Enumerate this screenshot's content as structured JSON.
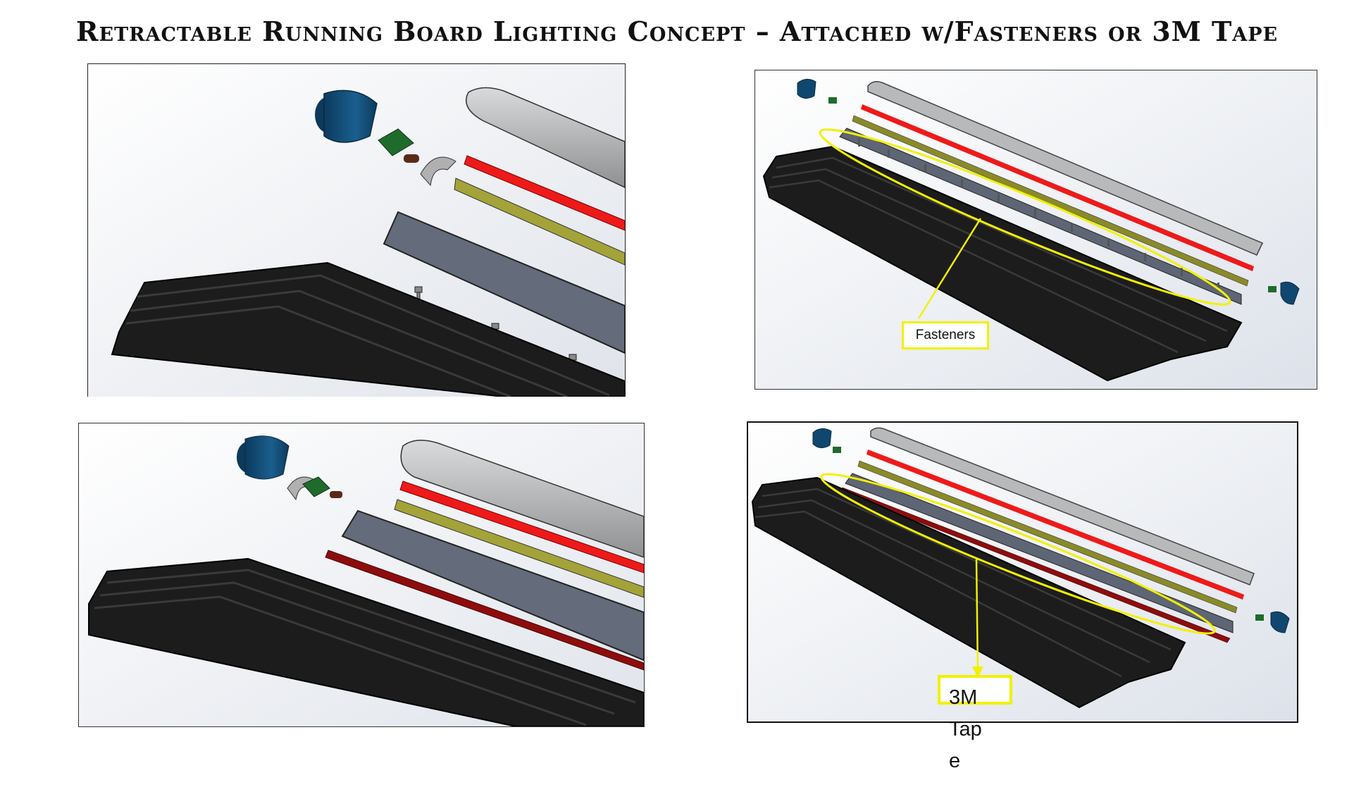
{
  "title": "Retractable Running Board Lighting Concept – Attached w/Fasteners or 3M Tape",
  "callouts": {
    "fasteners": "Fasteners",
    "tape": "3M Tape"
  },
  "colors": {
    "board": "#1c1c1c",
    "lens": "#b8b9ba",
    "led_strip": "#ee1a1a",
    "channel": "#8a8a2a",
    "housing": "#5e6574",
    "tape": "#8d0d0d",
    "end_cap": "#10476e",
    "pcb": "#1f6b2c",
    "callout": "#f2f000"
  }
}
